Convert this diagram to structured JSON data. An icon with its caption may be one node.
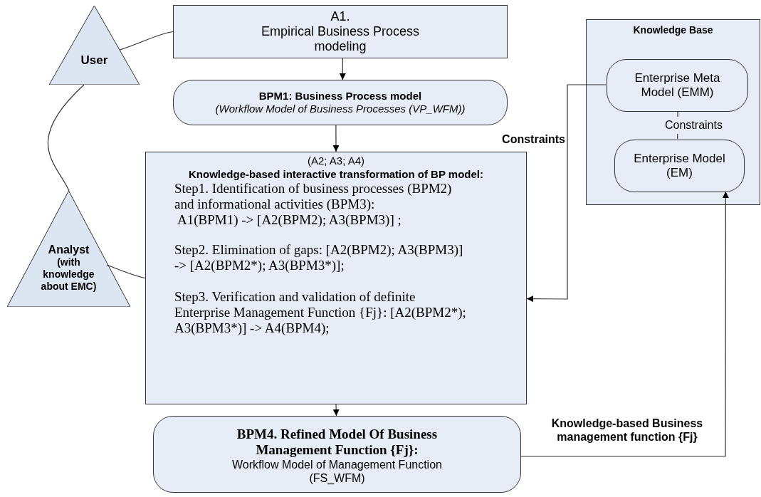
{
  "diagram": {
    "nodes": [
      {
        "text": [
          "User"
        ]
      },
      {
        "text": [
          "A1.",
          "Empirical Business Process modeling"
        ]
      },
      {
        "text": [
          "BPM1: Business Process model",
          "(Workflow Model of Business Processes (VP_WFM))"
        ]
      },
      {
        "text": [
          "(A2; A3; A4)",
          "Knowledge-based interactive transformation of  BP model:",
          "Step1. Identification of business processes (BPM2) and informational activities (BPM3):",
          "A1(BPM1) -> [A2(BPM2); A3(BPM3)] ;",
          "Step2. Elimination of gaps: [A2(BPM2); A3(BPM3)] -> [A2(BPM2*); A3(BPM3*)];",
          "Step3. Verification and validation of definite Enterprise Management Function {Fj}: [A2(BPM2*); A3(BPM3*)] -> A4(BPM4);"
        ]
      },
      {
        "text": [
          "Analyst",
          "(with knowledge about EMC)"
        ]
      },
      {
        "text": [
          "BPM4. Refined Model Of Business Management Function {Fj}:",
          "Workflow Model of Management Function (FS_WFM)"
        ]
      },
      {
        "text": [
          "Knowledge Base"
        ]
      },
      {
        "text": [
          "Enterprise Meta Model (EMM)"
        ],
        "in": 6
      },
      {
        "text": [
          "Enterprise Model (EM)"
        ],
        "in": 6
      }
    ],
    "edges": [
      {
        "from": 0,
        "to": 1,
        "arrow": "none"
      },
      {
        "from": 0,
        "to": 4,
        "arrow": "none"
      },
      {
        "from": 4,
        "to": 3,
        "arrow": "none"
      },
      {
        "from": 1,
        "to": 2,
        "arrow": "to"
      },
      {
        "from": 2,
        "to": 3,
        "arrow": "to"
      },
      {
        "from": 3,
        "to": 5,
        "arrow": "to"
      },
      {
        "from": 7,
        "to": 3,
        "arrow": "to",
        "label": "Constraints"
      },
      {
        "from": 7,
        "to": 8,
        "arrow": "none",
        "label": "Constraints"
      },
      {
        "from": 5,
        "to": 8,
        "arrow": "to",
        "label": "Knowledge-based Business management function {Fj}"
      }
    ]
  }
}
